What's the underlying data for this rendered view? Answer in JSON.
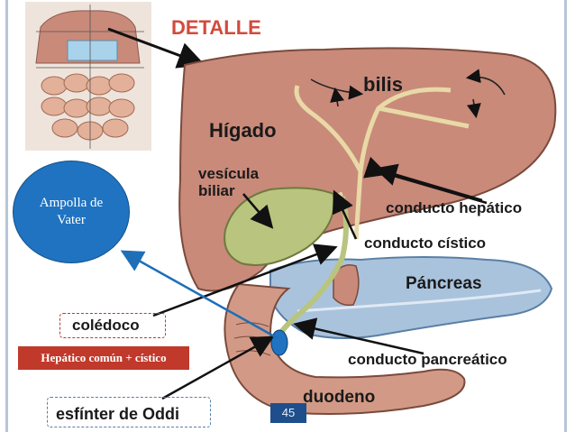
{
  "title": "DETALLE",
  "labels": {
    "bilis": "bilis",
    "higado": "Hígado",
    "vesicula_line1": "vesícula",
    "vesicula_line2": "biliar",
    "conducto_hepatico": "conducto hepático",
    "conducto_cistico": "conducto cístico",
    "pancreas": "Páncreas",
    "coledoco": "colédoco",
    "conducto_pancreatico": "conducto pancreático",
    "duodeno": "duodeno",
    "esfinter": "esfínter de Oddi"
  },
  "callouts": {
    "ampolla": "Ampolla de Vater",
    "hepatico_comun": "Hepático común + cístico"
  },
  "page_number": "45",
  "colors": {
    "liver": "#c98a7a",
    "pancreas": "#a9c3dd",
    "gallbladder": "#b9c47f",
    "duodenum": "#d29a86",
    "callout_blue": "#1f73c1",
    "callout_red": "#c0392b",
    "arrow_blue": "#1f6fb8"
  }
}
